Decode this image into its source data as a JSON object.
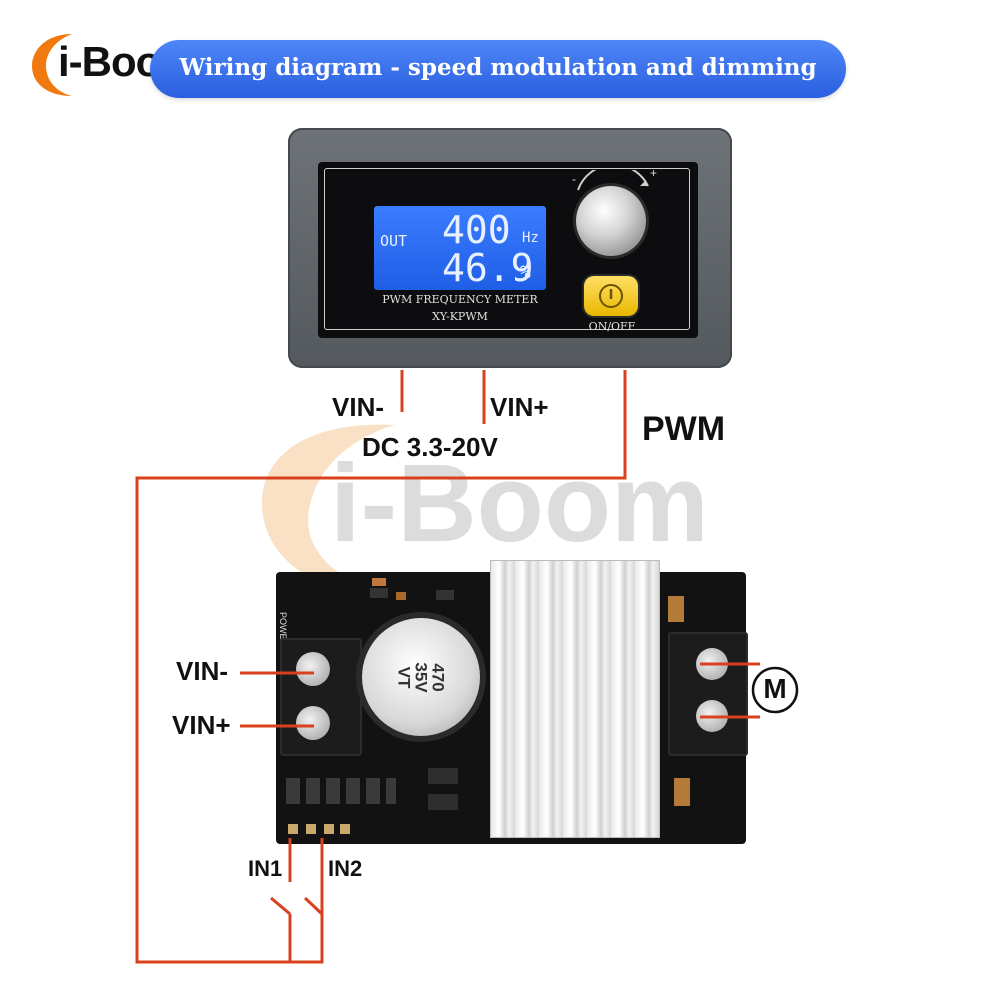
{
  "brand": {
    "logo_text": "i-Boom",
    "watermark_text": "i-Boom"
  },
  "banner": {
    "title": "Wiring diagram - speed modulation and dimming control"
  },
  "controller": {
    "lcd": {
      "out_label": "OUT",
      "frequency_value": "400",
      "frequency_unit": "Hz",
      "duty_value": "46.9",
      "duty_unit": "%"
    },
    "model_line1": "PWM FREQUENCY METER",
    "model_line2": "XY-KPWM",
    "knob_minus": "-",
    "knob_plus": "+",
    "power_button_label": "ON/OFF"
  },
  "labels": {
    "top_vin_minus": "VIN-",
    "top_vin_plus": "VIN+",
    "supply_range": "DC 3.3-20V",
    "pwm": "PWM",
    "board_vin_minus": "VIN-",
    "board_vin_plus": "VIN+",
    "in1": "IN1",
    "in2": "IN2",
    "motor": "M"
  },
  "board": {
    "capacitor_line1": "470",
    "capacitor_line2": "35V",
    "capacitor_line3": "VT",
    "power_silk": "POWER"
  },
  "colors": {
    "wire": "#d8401e",
    "banner": "#2f66e8",
    "lcd": "#2a6cf0",
    "logo_orange": "#f07a10"
  }
}
